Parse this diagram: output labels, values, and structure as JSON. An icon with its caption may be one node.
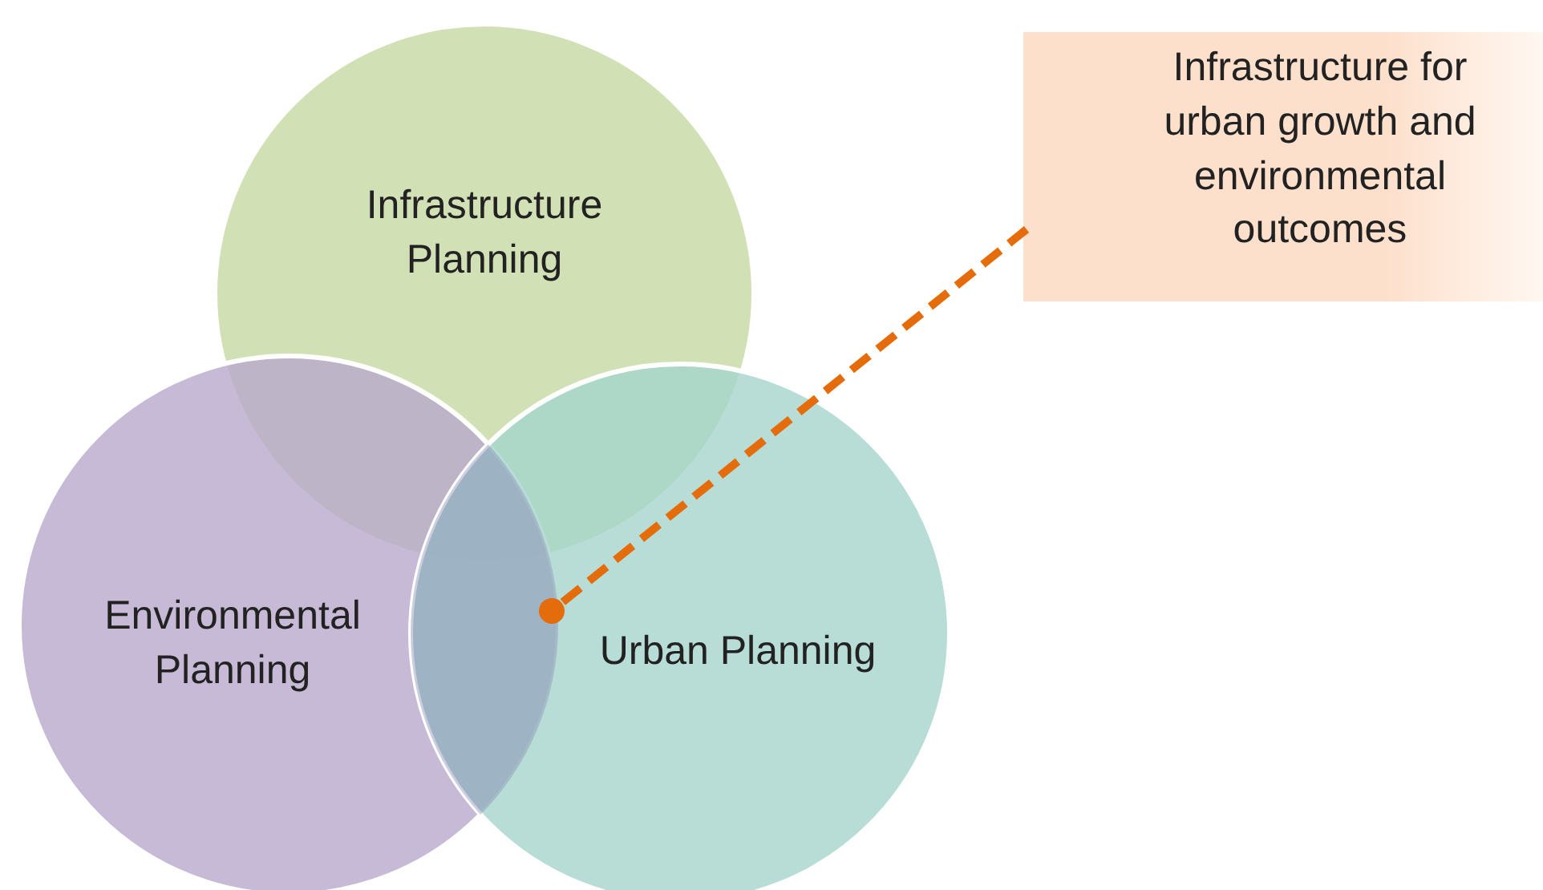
{
  "diagram": {
    "nodes": [
      {
        "text": [
          "Infrastructure Planning"
        ]
      },
      {
        "text": [
          "Environmental Planning"
        ]
      },
      {
        "text": [
          "Urban Planning"
        ]
      },
      {
        "text": [
          "Infrastructure for urban growth and environmental outcomes"
        ]
      },
      {
        "text": [],
        "shape": "lens"
      }
    ],
    "edges": [
      {
        "from": 3,
        "to": 4,
        "arrow": "other",
        "style": "dashed",
        "color": "#e46c0a"
      }
    ]
  }
}
